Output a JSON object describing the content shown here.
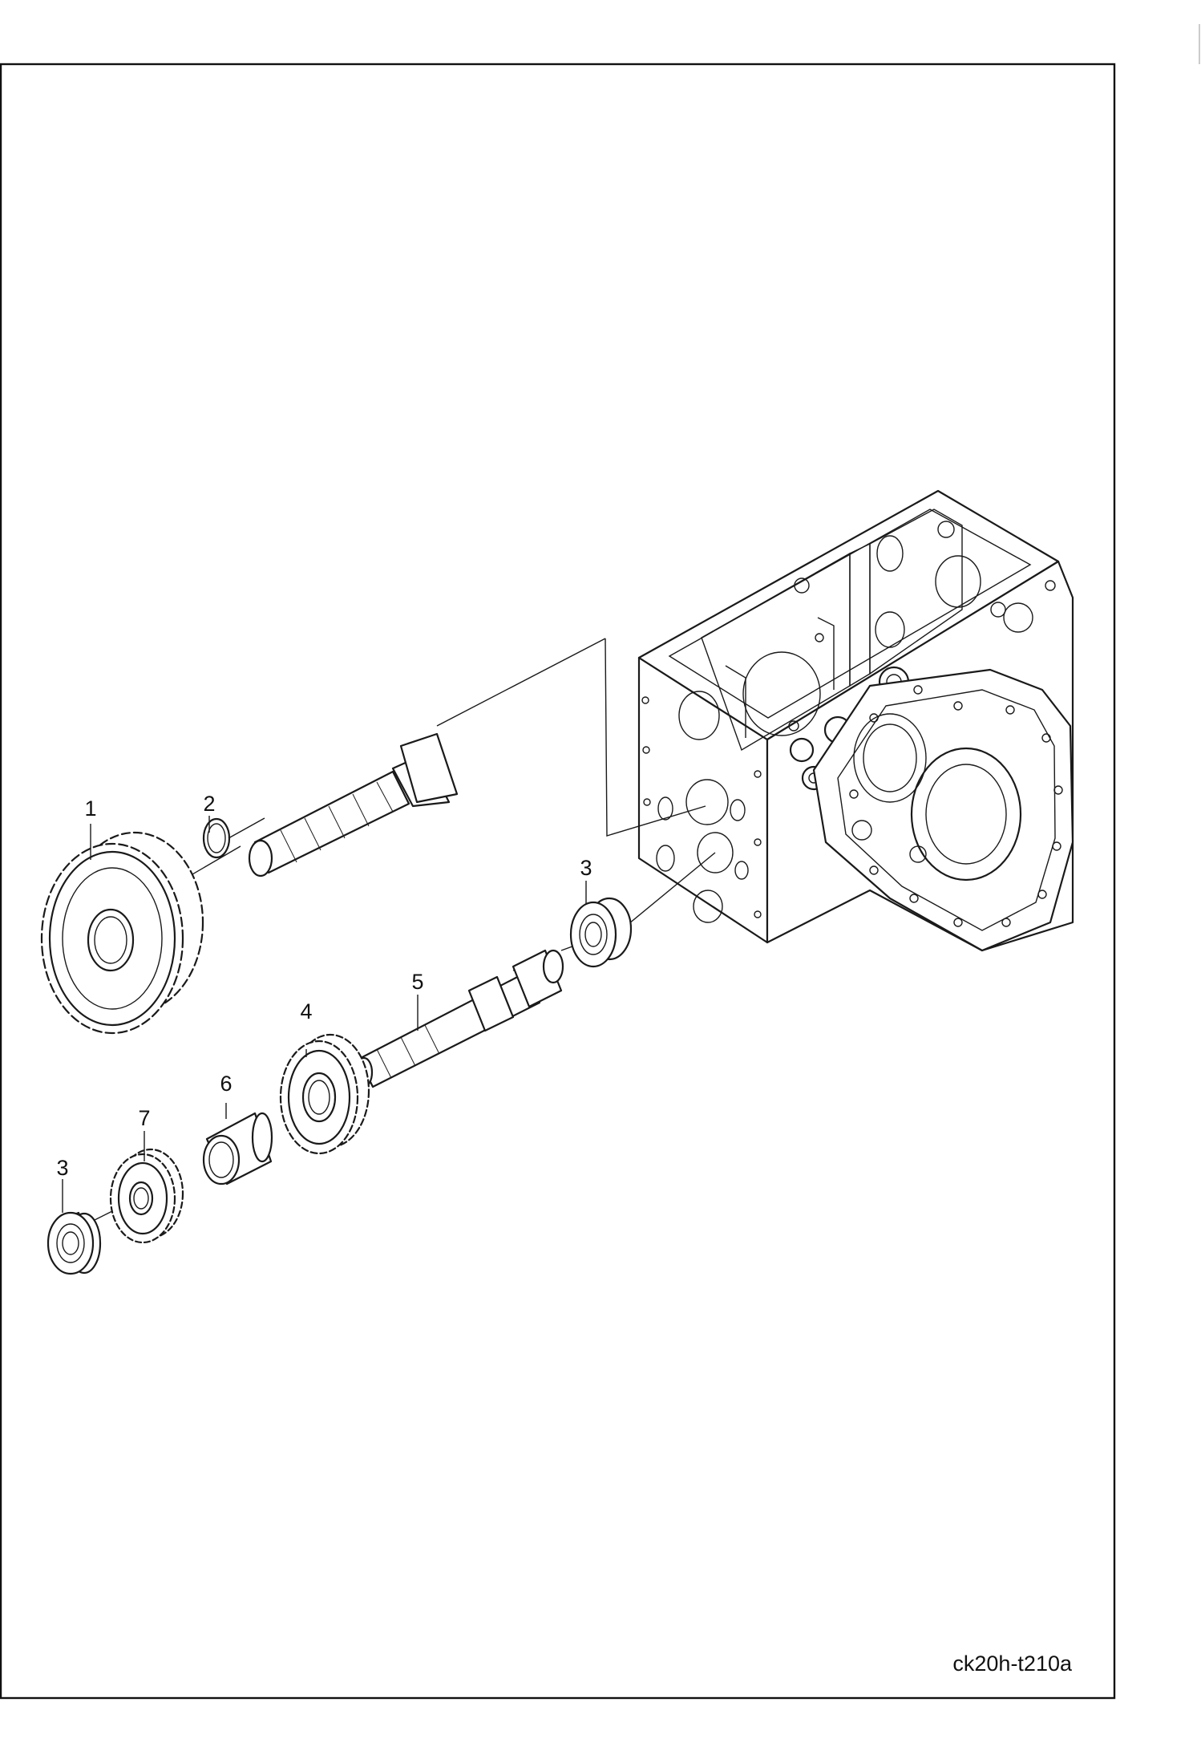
{
  "drawing": {
    "code": "ck20h-t210a"
  },
  "callouts": [
    {
      "id": "p1",
      "label": "1"
    },
    {
      "id": "p2",
      "label": "2"
    },
    {
      "id": "p3a",
      "label": "3"
    },
    {
      "id": "p3b",
      "label": "3"
    },
    {
      "id": "p4",
      "label": "4"
    },
    {
      "id": "p5",
      "label": "5"
    },
    {
      "id": "p6",
      "label": "6"
    },
    {
      "id": "p7",
      "label": "7"
    }
  ]
}
